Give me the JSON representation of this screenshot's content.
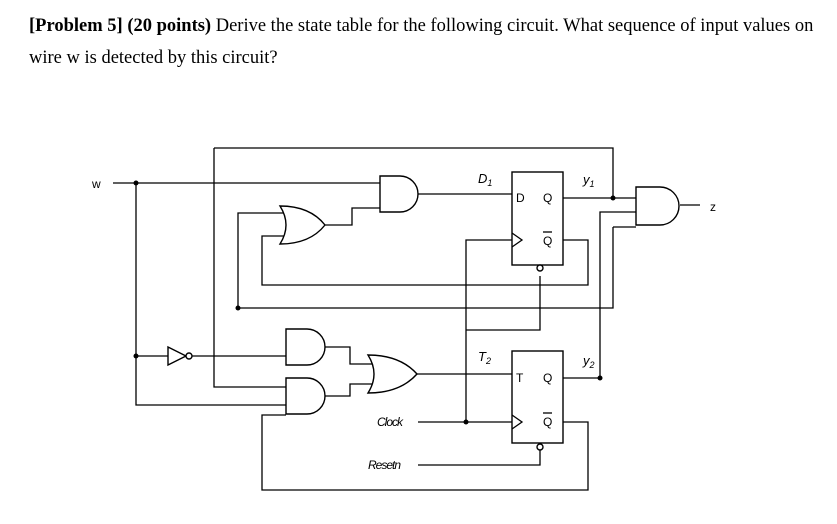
{
  "problem": {
    "label": "[Problem 5]",
    "points": "(20 points)",
    "text": " Derive the state table for the following circuit. What sequence of input values on wire w is detected by this circuit?"
  },
  "circuit": {
    "input_w": "w",
    "output_z": "z",
    "d1_main": "D",
    "d1_sub": "1",
    "t2_main": "T",
    "t2_sub": "2",
    "y1_main": "y",
    "y1_sub": "1",
    "y2_main": "y",
    "y2_sub": "2",
    "ff1_d": "D",
    "ff1_q": "Q",
    "ff1_qbar": "Q",
    "ff2_t": "T",
    "ff2_q": "Q",
    "ff2_qbar": "Q",
    "clock": "Clock",
    "resetn": "Resetn"
  }
}
